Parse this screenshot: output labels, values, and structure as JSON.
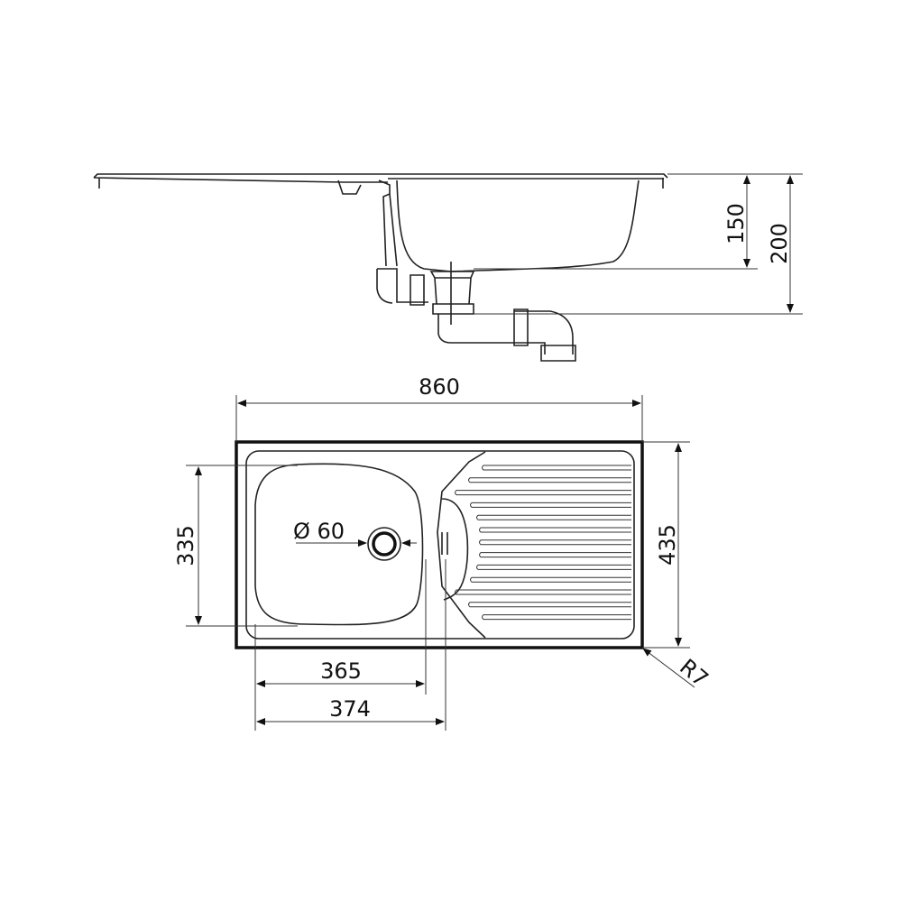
{
  "drawing": {
    "side_view": {
      "depth_bowl": "150",
      "depth_total": "200"
    },
    "top_view": {
      "overall_width": "860",
      "overall_depth": "435",
      "bowl_depth": "335",
      "drain_diameter": "Ø 60",
      "bowl_width": "365",
      "bowl_center_width": "374",
      "corner_radius": "R7"
    },
    "colors": {
      "line": "#222222",
      "background": "#ffffff"
    }
  }
}
